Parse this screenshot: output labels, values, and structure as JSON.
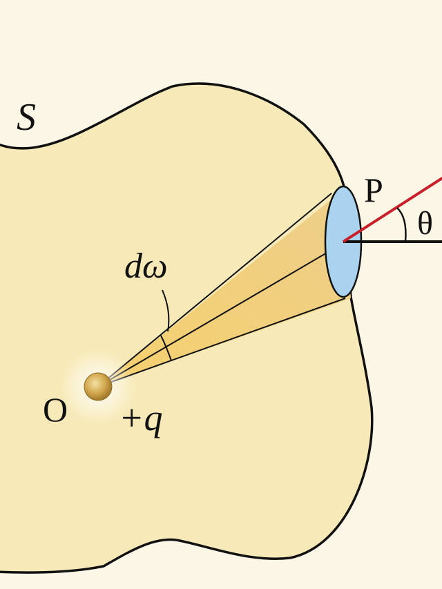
{
  "diagram": {
    "type": "gauss-law-solid-angle",
    "labels": {
      "surface": "S",
      "point": "P",
      "angle": "θ",
      "solid_angle": "dω",
      "origin": "O",
      "charge": "+q"
    },
    "colors": {
      "background": "#fcf6e6",
      "surface_fill": "#f7eab8",
      "surface_stroke": "#111111",
      "cone_fill": "#f2c76a",
      "area_element_fill": "#a9d3ef",
      "normal_line": "#c8202a",
      "charge_fill": "#c9a24a"
    }
  }
}
